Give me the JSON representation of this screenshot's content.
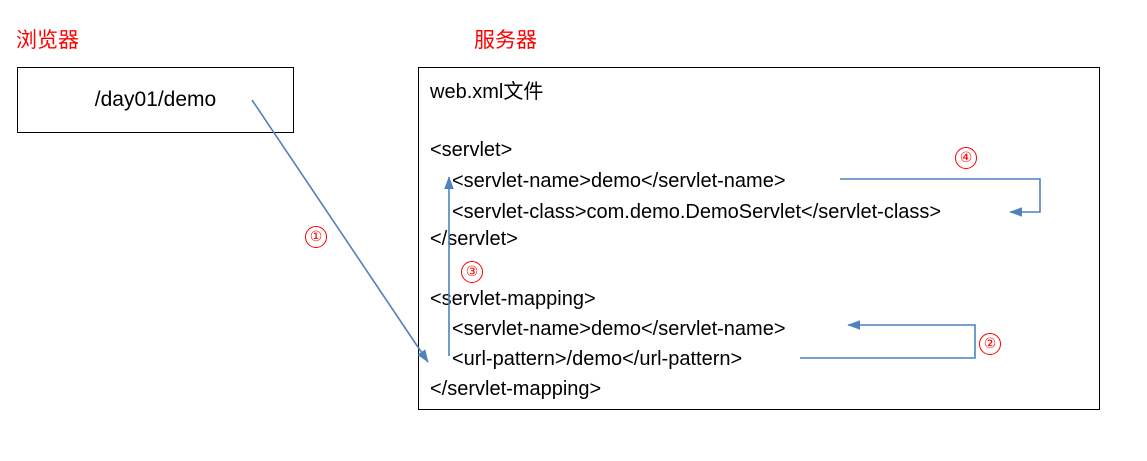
{
  "diagram": {
    "title_browser": "浏览器",
    "title_server": "服务器",
    "browser": {
      "url": "/day01/demo"
    },
    "server": {
      "file_heading": "web.xml文件",
      "code_lines": [
        "<servlet>",
        "<servlet-name>demo</servlet-name>",
        "<servlet-class>com.demo.DemoServlet</servlet-class>",
        "</servlet>",
        "<servlet-mapping>",
        "<servlet-name>demo</servlet-name>",
        "<url-pattern>/demo</url-pattern>",
        "</servlet-mapping>"
      ]
    },
    "step_markers": [
      {
        "id": "step-1",
        "label": "①"
      },
      {
        "id": "step-2",
        "label": "②"
      },
      {
        "id": "step-3",
        "label": "③"
      },
      {
        "id": "step-4",
        "label": "④"
      }
    ],
    "colors": {
      "marker_red": "#ff0000",
      "arrow_blue": "#4f81bd",
      "box_border": "#000000",
      "text_black": "#000000"
    }
  }
}
